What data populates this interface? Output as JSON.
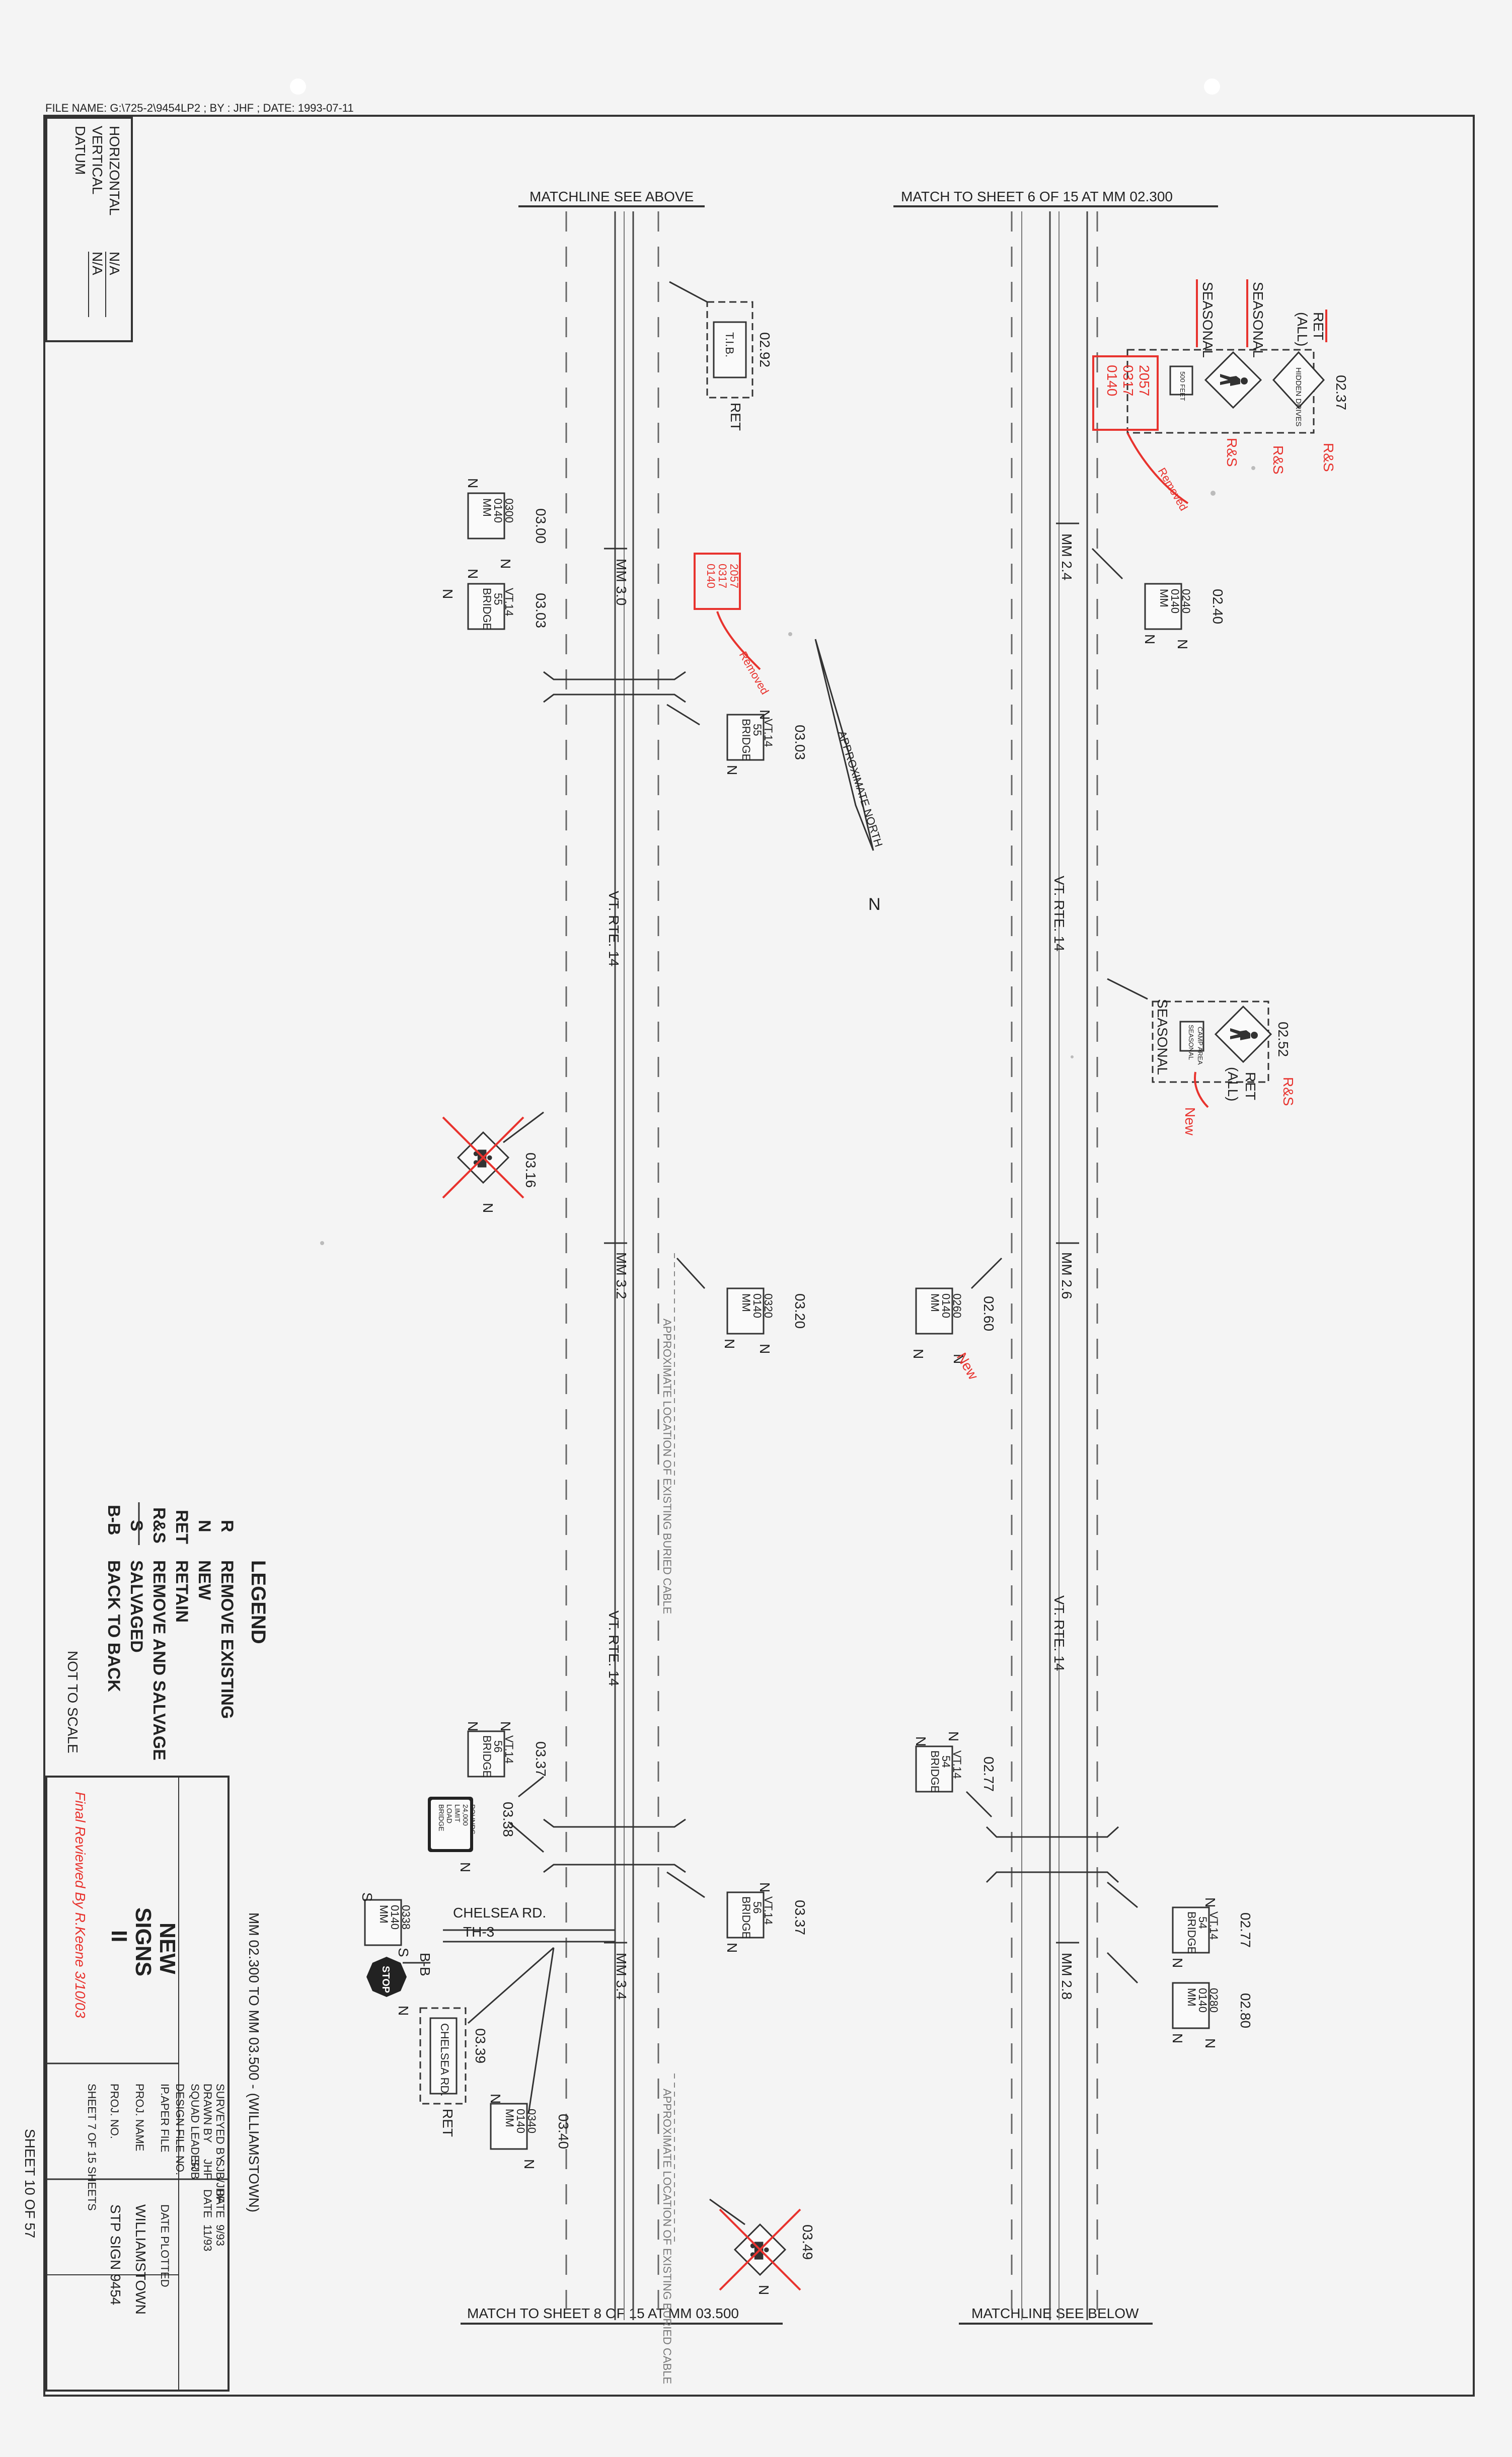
{
  "header": {
    "file_info": "FILE NAME: G:\\725-2\\9454LP2 ; BY : JHF ; DATE: 1993-07-11"
  },
  "datum": {
    "title": "DATUM",
    "vertical_label": "VERTICAL",
    "vertical_value": "N/A",
    "horizontal_label": "HORIZONTAL",
    "horizontal_value": "N/A"
  },
  "matchlines": {
    "left_top": "MATCHLINE SEE ABOVE",
    "right_top": "MATCH TO SHEET 6 OF 15 AT MM 02.300",
    "left_bottom": "MATCH TO SHEET 8 OF 15 AT MM 03.500",
    "right_bottom": "MATCHLINE SEE BELOW"
  },
  "roads": {
    "left_route": "VT. RTE. 14",
    "right_route": "VT. RTE. 14",
    "cross_road_name": "CHELSEA RD.",
    "cross_road_id": "TH-3",
    "north": "APPROXIMATE NORTH",
    "north_letter": "N",
    "cable_note": "APPROXIMATE LOCATION OF EXISTING BURIED CABLE"
  },
  "mileposts": {
    "left": [
      "MM 3.0",
      "MM 3.2",
      "MM 3.4"
    ],
    "right": [
      "MM 2.4",
      "MM 2.6",
      "MM 2.8"
    ]
  },
  "signs": {
    "s0292": {
      "id": "02.92",
      "text": "T.I.B.",
      "status": "RET"
    },
    "s0300": {
      "id": "03.00",
      "lines": [
        "MM",
        "0140",
        "0300"
      ],
      "status": "N"
    },
    "s0303a": {
      "id": "03.03",
      "lines": [
        "BRIDGE",
        "55",
        "VT.14"
      ],
      "status": "N"
    },
    "s0303b": {
      "id": "03.03",
      "lines": [
        "BRIDGE",
        "55",
        "VT.14"
      ],
      "status": "N"
    },
    "s0316": {
      "id": "03.16",
      "status": "N"
    },
    "s0320": {
      "id": "03.20",
      "lines": [
        "MM",
        "0140",
        "0320"
      ],
      "status": "N"
    },
    "s0337a": {
      "id": "03.37",
      "lines": [
        "BRIDGE",
        "56",
        "VT.14"
      ],
      "status": "N"
    },
    "s0338": {
      "id": "03.38",
      "lines": [
        "BRIDGE",
        "LOAD",
        "LIMIT",
        "24,000",
        "POUNDS"
      ],
      "status": "N"
    },
    "s0337b": {
      "id": "03.37",
      "lines": [
        "BRIDGE",
        "56",
        "VT.14"
      ],
      "status": "N"
    },
    "s0338mm": {
      "lines": [
        "MM",
        "0140",
        "0338"
      ],
      "status": "S",
      "bb": "B-B",
      "stop": "STOP",
      "stop_status": "N"
    },
    "s0339": {
      "id": "03.39",
      "text": "CHELSEA RD.",
      "status": "RET"
    },
    "s0340": {
      "id": "03.40",
      "lines": [
        "MM",
        "0140",
        "0340"
      ],
      "status": "N"
    },
    "s0349": {
      "id": "03.49",
      "status": "N"
    },
    "s0237": {
      "id": "02.37",
      "top": "HIDDEN DRIVES",
      "plate": "500 FEET",
      "status": "RET",
      "status2": "(ALL)",
      "seasonal": "SEASONAL"
    },
    "s0240": {
      "id": "02.40",
      "lines": [
        "MM",
        "0140",
        "0240"
      ],
      "status": "N"
    },
    "s0252": {
      "id": "02.52",
      "plate": "SEASONAL",
      "plate2": "CAMP AREA",
      "status": "RET",
      "status2": "(ALL)",
      "seasonal": "SEASONAL"
    },
    "s0260": {
      "id": "02.60",
      "lines": [
        "MM",
        "0140",
        "0260"
      ],
      "status": "N"
    },
    "s0277a": {
      "id": "02.77",
      "lines": [
        "BRIDGE",
        "54",
        "VT.14"
      ],
      "status": "N"
    },
    "s0277b": {
      "id": "02.77",
      "lines": [
        "BRIDGE",
        "54",
        "VT.14"
      ],
      "status": "N"
    },
    "s0280": {
      "id": "02.80",
      "lines": [
        "MM",
        "0140",
        "0280"
      ],
      "status": "N"
    }
  },
  "annotations": {
    "red_box_a": [
      "0140",
      "0317",
      "2057"
    ],
    "red_box_b": [
      "0140",
      "0317",
      "2057"
    ],
    "rs_a": "R&S",
    "rs_b": "R&S",
    "rs_c": "R&S",
    "rs_d": "R&S",
    "removed_a": "Removed",
    "removed_b": "Removed",
    "new_a": "New",
    "new_b": "New",
    "seasonal_strike_a": "SEASONAL",
    "seasonal_strike_b": "SEASONAL",
    "signature": "Final Reviewed By R.Keene 3/10/03"
  },
  "legend": {
    "title": "LEGEND",
    "items": [
      {
        "code": "R",
        "desc": "REMOVE EXISTING"
      },
      {
        "code": "N",
        "desc": "NEW"
      },
      {
        "code": "RET",
        "desc": "RETAIN"
      },
      {
        "code": "R&S",
        "desc": "REMOVE AND SALVAGE"
      },
      {
        "code": "S",
        "desc": "SALVAGED"
      },
      {
        "code": "B-B",
        "desc": "BACK TO BACK"
      }
    ],
    "scale": "NOT TO SCALE"
  },
  "title_block": {
    "range": "MM 02.300 TO MM 03.500 - (WILLIAMSTOWN)",
    "title1": "NEW",
    "title2": "SIGNS",
    "title3": "II",
    "surveyed_label": "SURVEYED BY",
    "surveyed": "SJB/JHF",
    "drawn_label": "DRAWN BY",
    "drawn": "JHF",
    "squad_label": "SQUAD LEADER",
    "squad": "SJB",
    "design_label": "DESIGN FILE NO.",
    "date_label": "DATE",
    "date": "9/93",
    "date2_label": "DATE",
    "date2": "11/93",
    "ipaper_label": "IP.APER FILE",
    "date_plotted_label": "DATE PLOTTED",
    "proj_name_label": "PROJ. NAME",
    "proj_name": "WILLIAMSTOWN",
    "proj_no_label": "PROJ. NO.",
    "proj_no": "STP SIGN 9454",
    "sheet": "SHEET   7   OF   15   SHEETS",
    "total_sheet": "SHEET 10 OF 57"
  }
}
